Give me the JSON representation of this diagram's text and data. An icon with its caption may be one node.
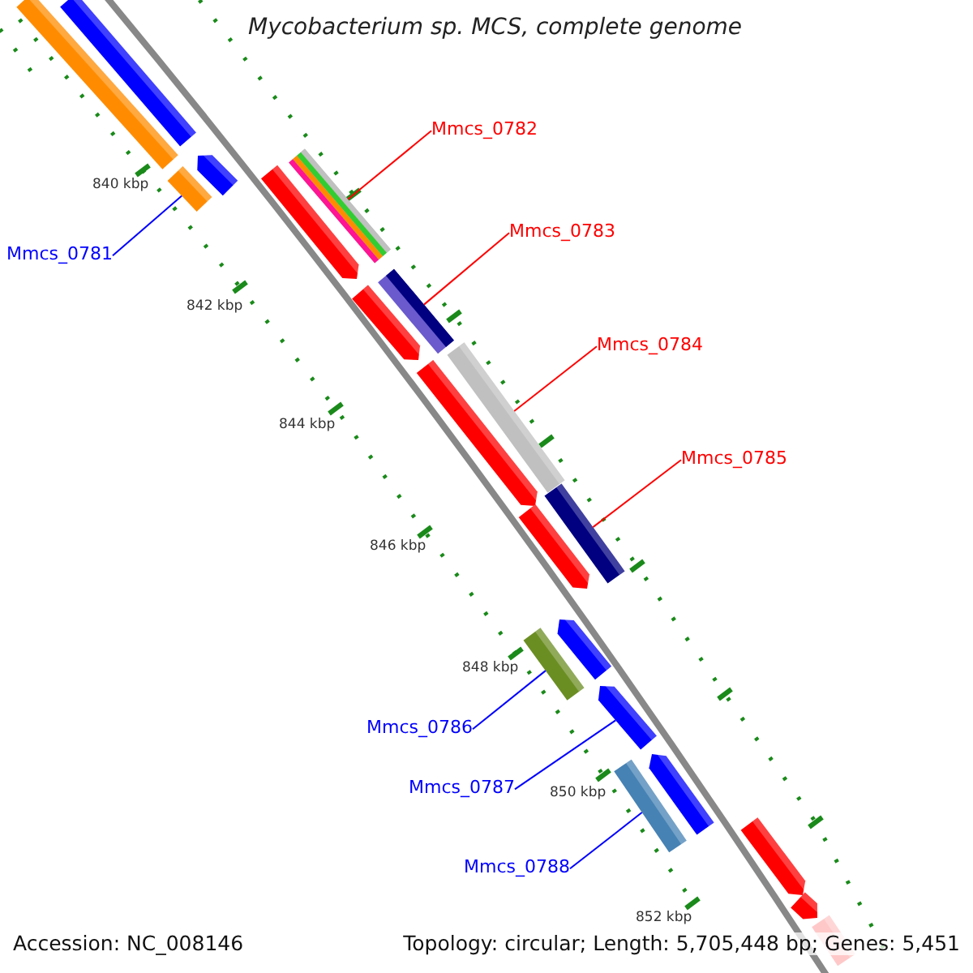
{
  "diagram": {
    "title": "Mycobacterium sp. MCS, complete genome",
    "nodes": [
      {
        "text": [
          "Mmcs_0781"
        ]
      },
      {
        "text": [
          "Mmcs_0782"
        ]
      },
      {
        "text": [
          "Mmcs_0783"
        ]
      },
      {
        "text": [
          "Mmcs_0784"
        ]
      },
      {
        "text": [
          "Mmcs_0785"
        ]
      },
      {
        "text": [
          "Mmcs_0786"
        ]
      },
      {
        "text": [
          "Mmcs_0787"
        ]
      },
      {
        "text": [
          "Mmcs_0788"
        ]
      },
      {
        "text": [],
        "shape": "bar"
      },
      {
        "text": [],
        "shape": "bar"
      },
      {
        "text": [],
        "shape": "bar"
      },
      {
        "text": [],
        "shape": "bar"
      },
      {
        "text": [],
        "shape": "bar"
      },
      {
        "text": [],
        "shape": "bar"
      },
      {
        "text": [],
        "shape": "bar"
      },
      {
        "text": [],
        "shape": "bar"
      }
    ],
    "edges": [
      {
        "from": 0,
        "to": 8,
        "arrow": "none",
        "color": "#0000ff"
      },
      {
        "from": 1,
        "to": 9,
        "arrow": "none",
        "color": "#ff0000"
      },
      {
        "from": 2,
        "to": 10,
        "arrow": "none",
        "color": "#ff0000"
      },
      {
        "from": 3,
        "to": 11,
        "arrow": "none",
        "color": "#ff0000"
      },
      {
        "from": 4,
        "to": 12,
        "arrow": "none",
        "color": "#ff0000"
      },
      {
        "from": 5,
        "to": 13,
        "arrow": "none",
        "color": "#0000ff"
      },
      {
        "from": 6,
        "to": 14,
        "arrow": "none",
        "color": "#0000ff"
      },
      {
        "from": 7,
        "to": 15,
        "arrow": "none",
        "color": "#0000ff"
      }
    ],
    "labels": [
      "840 kbp",
      "842 kbp",
      "844 kbp",
      "846 kbp",
      "848 kbp",
      "850 kbp",
      "852 kbp",
      "Accession: NC_008146",
      "Topology: circular; Length: 5,705,448 bp; Genes: 5,451"
    ]
  }
}
